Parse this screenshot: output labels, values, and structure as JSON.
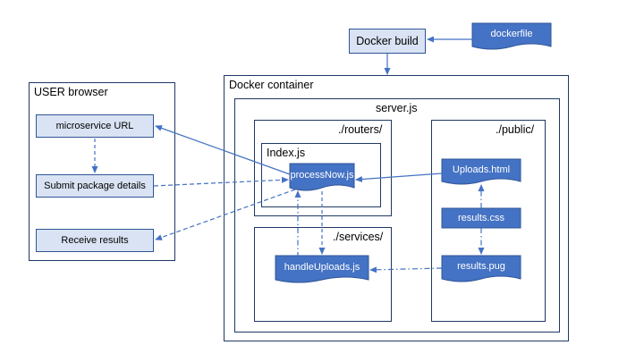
{
  "user_browser": {
    "title": "USER browser",
    "items": [
      "microservice URL",
      "Submit package details",
      "Receive results"
    ]
  },
  "docker_build": {
    "label": "Docker build",
    "dockerfile": "dockerfile"
  },
  "docker_container": {
    "title": "Docker container",
    "server": {
      "title": "server.js",
      "routers": {
        "title": "./routers/",
        "index": {
          "title": "Index.js",
          "doc": "processNow.js"
        }
      },
      "services": {
        "title": "./services/",
        "doc": "handleUploads.js"
      },
      "public": {
        "title": "./public/",
        "uploads": "Uploads.html",
        "css": "results.css",
        "pug": "results.pug"
      }
    }
  },
  "colors": {
    "fill_dark": "#4472c4",
    "fill_light": "#dae3f3",
    "stroke": "#2f5597",
    "frame": "#1f3864",
    "arrow": "#4472c4"
  }
}
